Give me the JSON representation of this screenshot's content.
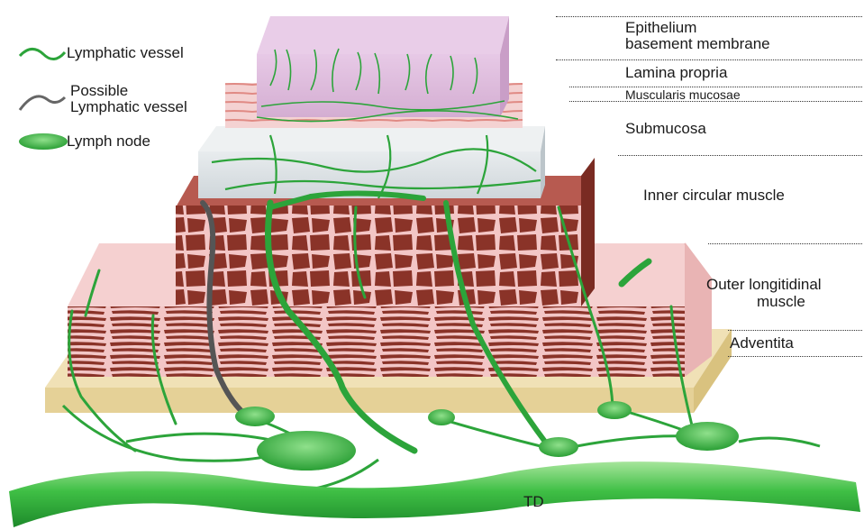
{
  "legend": {
    "lymphatic_vessel": "Lymphatic vessel",
    "possible_line1": "Possible",
    "possible_line2": "Lymphatic vessel",
    "lymph_node": "Lymph node"
  },
  "layers": {
    "epithelium_line1": "Epithelium",
    "epithelium_line2": "basement membrane",
    "lamina_propria": "Lamina propria",
    "muscularis_mucosae": "Muscularis mucosae",
    "submucosa": "Submucosa",
    "inner_circular": "Inner circular muscle",
    "outer_line1": "Outer longitidinal",
    "outer_line2": "muscle",
    "adventita": "Adventita"
  },
  "duct_label": "TD",
  "colors": {
    "vessel": "#2ca43a",
    "possible_vessel": "#555555",
    "epithelium": "#dcb6da",
    "submucosa": "#d7dde0",
    "muscle": "#8a3328",
    "muscle_bg": "#f1c3c3",
    "adventitia": "#ead8a6",
    "duct": "#3fbf45"
  }
}
